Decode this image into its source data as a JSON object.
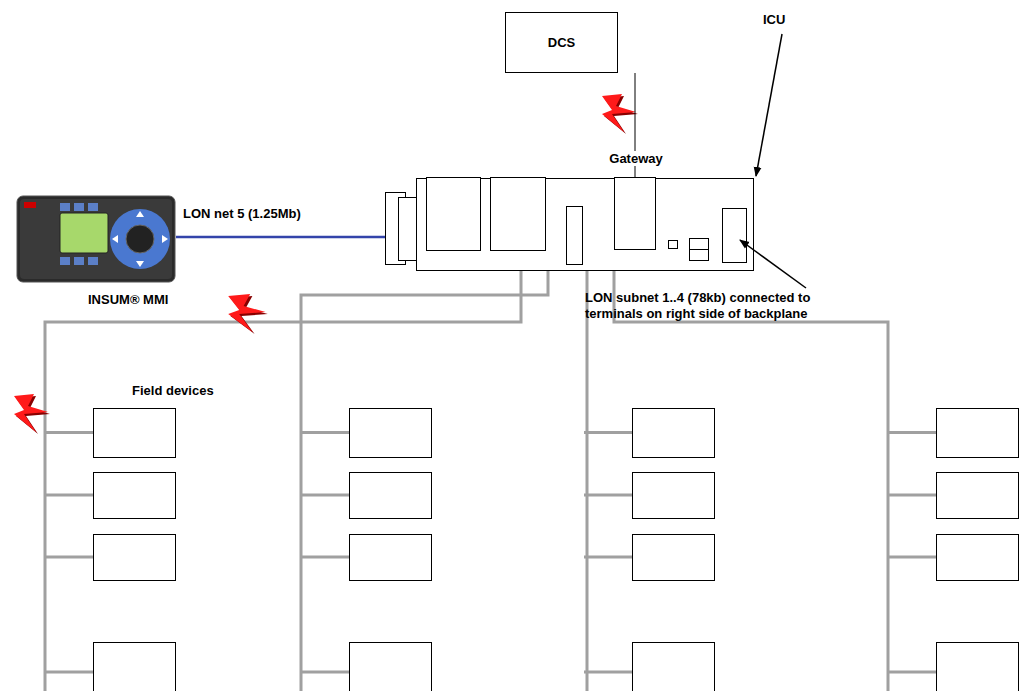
{
  "diagram": {
    "nodes": [
      {
        "text": [
          "DCS"
        ]
      },
      {
        "text": [
          "Gateway"
        ]
      },
      {
        "text": [
          "INSUM® MMI"
        ]
      }
    ],
    "edges": [
      {
        "from": 0,
        "to": 1,
        "arrow": "none"
      }
    ],
    "labels": [
      "ICU",
      "LON net 5 (1.25Mb)",
      "LON subnet 1..4 (78kb) connected to terminals on right side of backplane",
      "Field devices"
    ]
  }
}
